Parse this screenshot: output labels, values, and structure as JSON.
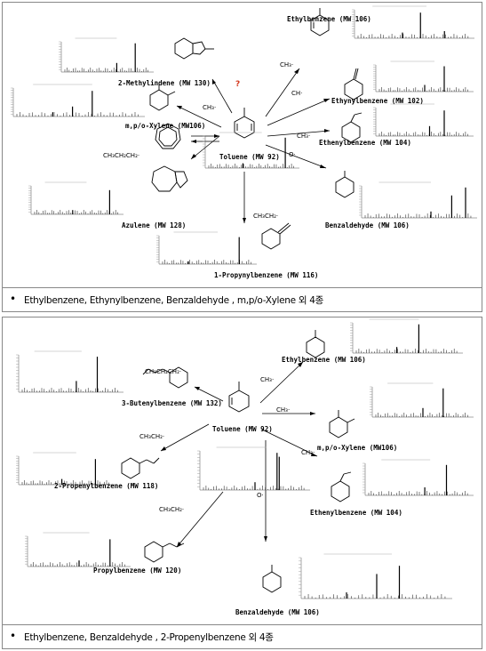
{
  "panel1": {
    "center": "Toluene (MW 92)",
    "products": [
      {
        "name": "Ethylbenzene (MW 106)",
        "radical": "CH₃·"
      },
      {
        "name": "Ethynylbenzene (MW 102)",
        "radical": "CH·"
      },
      {
        "name": "Ethenylbenzene (MW 104)",
        "radical": "CH₃·"
      },
      {
        "name": "Benzaldehyde (MW 106)",
        "radical": "O·"
      },
      {
        "name": "1-Propynylbenzene (MW 116)",
        "radical": "CH₃CH₂·"
      },
      {
        "name": "Azulene (MW 128)",
        "radical": "CH₃CH₂CH₂·"
      },
      {
        "name": "m,p/o-Xylene (MW106)",
        "radical": "CH₃·"
      },
      {
        "name": "2-Methylindene (MW 130)",
        "radical": "?"
      }
    ],
    "footer": "Ethylbenzene, Ethynylbenzene, Benzaldehyde , m,p/o-Xylene 외 4종"
  },
  "panel2": {
    "center": "Toluene (MW 92)",
    "products": [
      {
        "name": "Ethylbenzene (MW 106)",
        "radical": "CH₃·"
      },
      {
        "name": "m,p/o-Xylene (MW106)",
        "radical": "CH₃·"
      },
      {
        "name": "Ethenylbenzene (MW 104)",
        "radical": "CH₃·"
      },
      {
        "name": "Benzaldehyde (MW 106)",
        "radical": "O·"
      },
      {
        "name": "Propylbenzene (MW 120)",
        "radical": "CH₃CH₂·"
      },
      {
        "name": "2-Propenylbenzene (MW 118)",
        "radical": "CH₃CH₂·"
      },
      {
        "name": "3-Butenylbenzene (MW 132)",
        "radical": "CH₃CH₂CH₂·"
      }
    ],
    "footer": "Ethylbenzene, Benzaldehyde , 2-Propenylbenzene 외 4종"
  }
}
